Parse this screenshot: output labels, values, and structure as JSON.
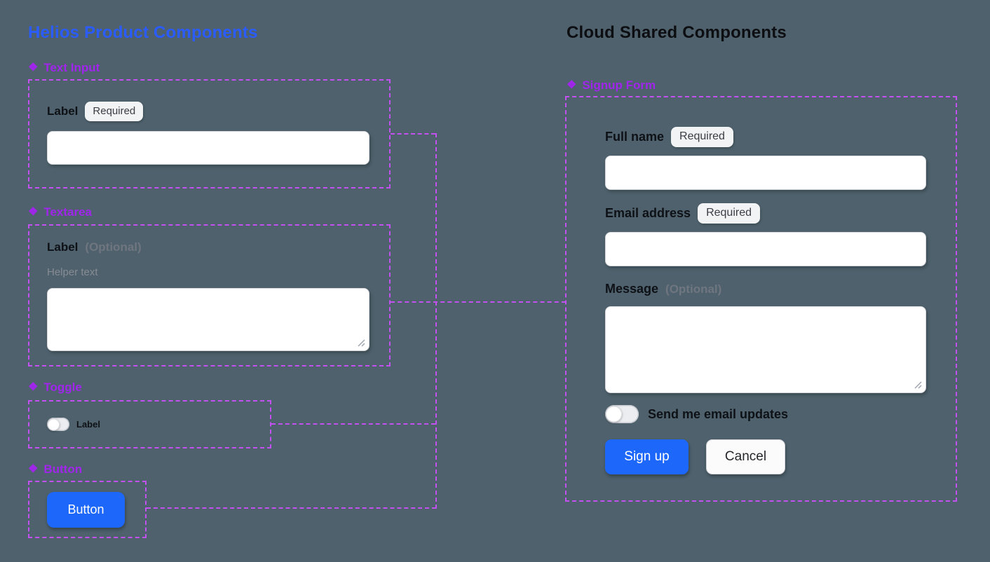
{
  "icons": {
    "component": "❖"
  },
  "colors": {
    "background": "#4E616C",
    "helios_title_blue": "#2A5CFF",
    "component_purple": "#A125EC",
    "outline_dashed_purple": "#C350F0",
    "primary_button_blue": "#1D68FB"
  },
  "helios": {
    "title": "Helios Product Components",
    "text_input": {
      "component_name": "Text Input",
      "label": "Label",
      "badge": "Required",
      "value": ""
    },
    "textarea": {
      "component_name": "Textarea",
      "label": "Label",
      "optional": "(Optional)",
      "helper": "Helper text",
      "value": ""
    },
    "toggle": {
      "component_name": "Toggle",
      "label": "Label",
      "state": "off"
    },
    "button": {
      "component_name": "Button",
      "label": "Button"
    }
  },
  "cloud": {
    "title": "Cloud Shared Components",
    "signup_form": {
      "component_name": "Signup Form",
      "full_name": {
        "label": "Full name",
        "badge": "Required",
        "value": ""
      },
      "email": {
        "label": "Email address",
        "badge": "Required",
        "value": ""
      },
      "message": {
        "label": "Message",
        "optional": "(Optional)",
        "value": ""
      },
      "updates_toggle": {
        "label": "Send me email updates",
        "state": "off"
      },
      "signup_label": "Sign up",
      "cancel_label": "Cancel"
    }
  }
}
